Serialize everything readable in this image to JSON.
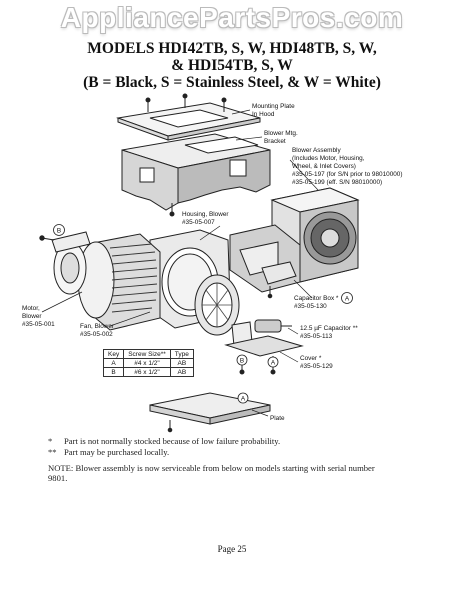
{
  "watermark": "AppliancePartsPros.com",
  "header": {
    "line1": "MODELS HDI42TB, S, W, HDI48TB, S, W,",
    "line2": "& HDI54TB, S, W",
    "line3": "(B = Black, S = Stainless Steel, & W = White)"
  },
  "labels": {
    "mounting_plate": [
      "Mounting Plate",
      "In Hood"
    ],
    "blower_mtg": [
      "Blower Mtg.",
      "Bracket"
    ],
    "blower_assembly": [
      "Blower Assembly",
      "(Includes Motor, Housing,",
      "Wheel, & Inlet Covers)",
      "#35-05-197 (for S/N prior to 98010000)",
      "#35-05-199 (eff. S/N 98010000)"
    ],
    "housing": [
      "Housing, Blower",
      "#35-05-007"
    ],
    "motor": [
      "Motor,",
      "Blower",
      "#35-05-001"
    ],
    "fan": [
      "Fan, Blower",
      "#35-05-002"
    ],
    "capacitor_box": [
      "Capacitor Box *",
      "#35-05-130"
    ],
    "capacitor": [
      "12.5 µF Capacitor **",
      "#35-05-113"
    ],
    "cover": [
      "Cover *",
      "#35-05-129"
    ],
    "plate": "Plate",
    "callout_a": "A",
    "callout_b": "B"
  },
  "key_table": {
    "headers": [
      "Key",
      "Screw Size**",
      "Type"
    ],
    "rows": [
      [
        "A",
        "#4 x 1/2\"",
        "AB"
      ],
      [
        "B",
        "#6 x 1/2\"",
        "AB"
      ]
    ]
  },
  "footnotes": {
    "star1": "*",
    "note1": "Part is not normally stocked because of low failure probability.",
    "star2": "**",
    "note2": "Part may be purchased locally.",
    "note3": "NOTE: Blower assembly is now serviceable from below on models starting with serial number",
    "note3b": "9801."
  },
  "page_label": "Page 25"
}
